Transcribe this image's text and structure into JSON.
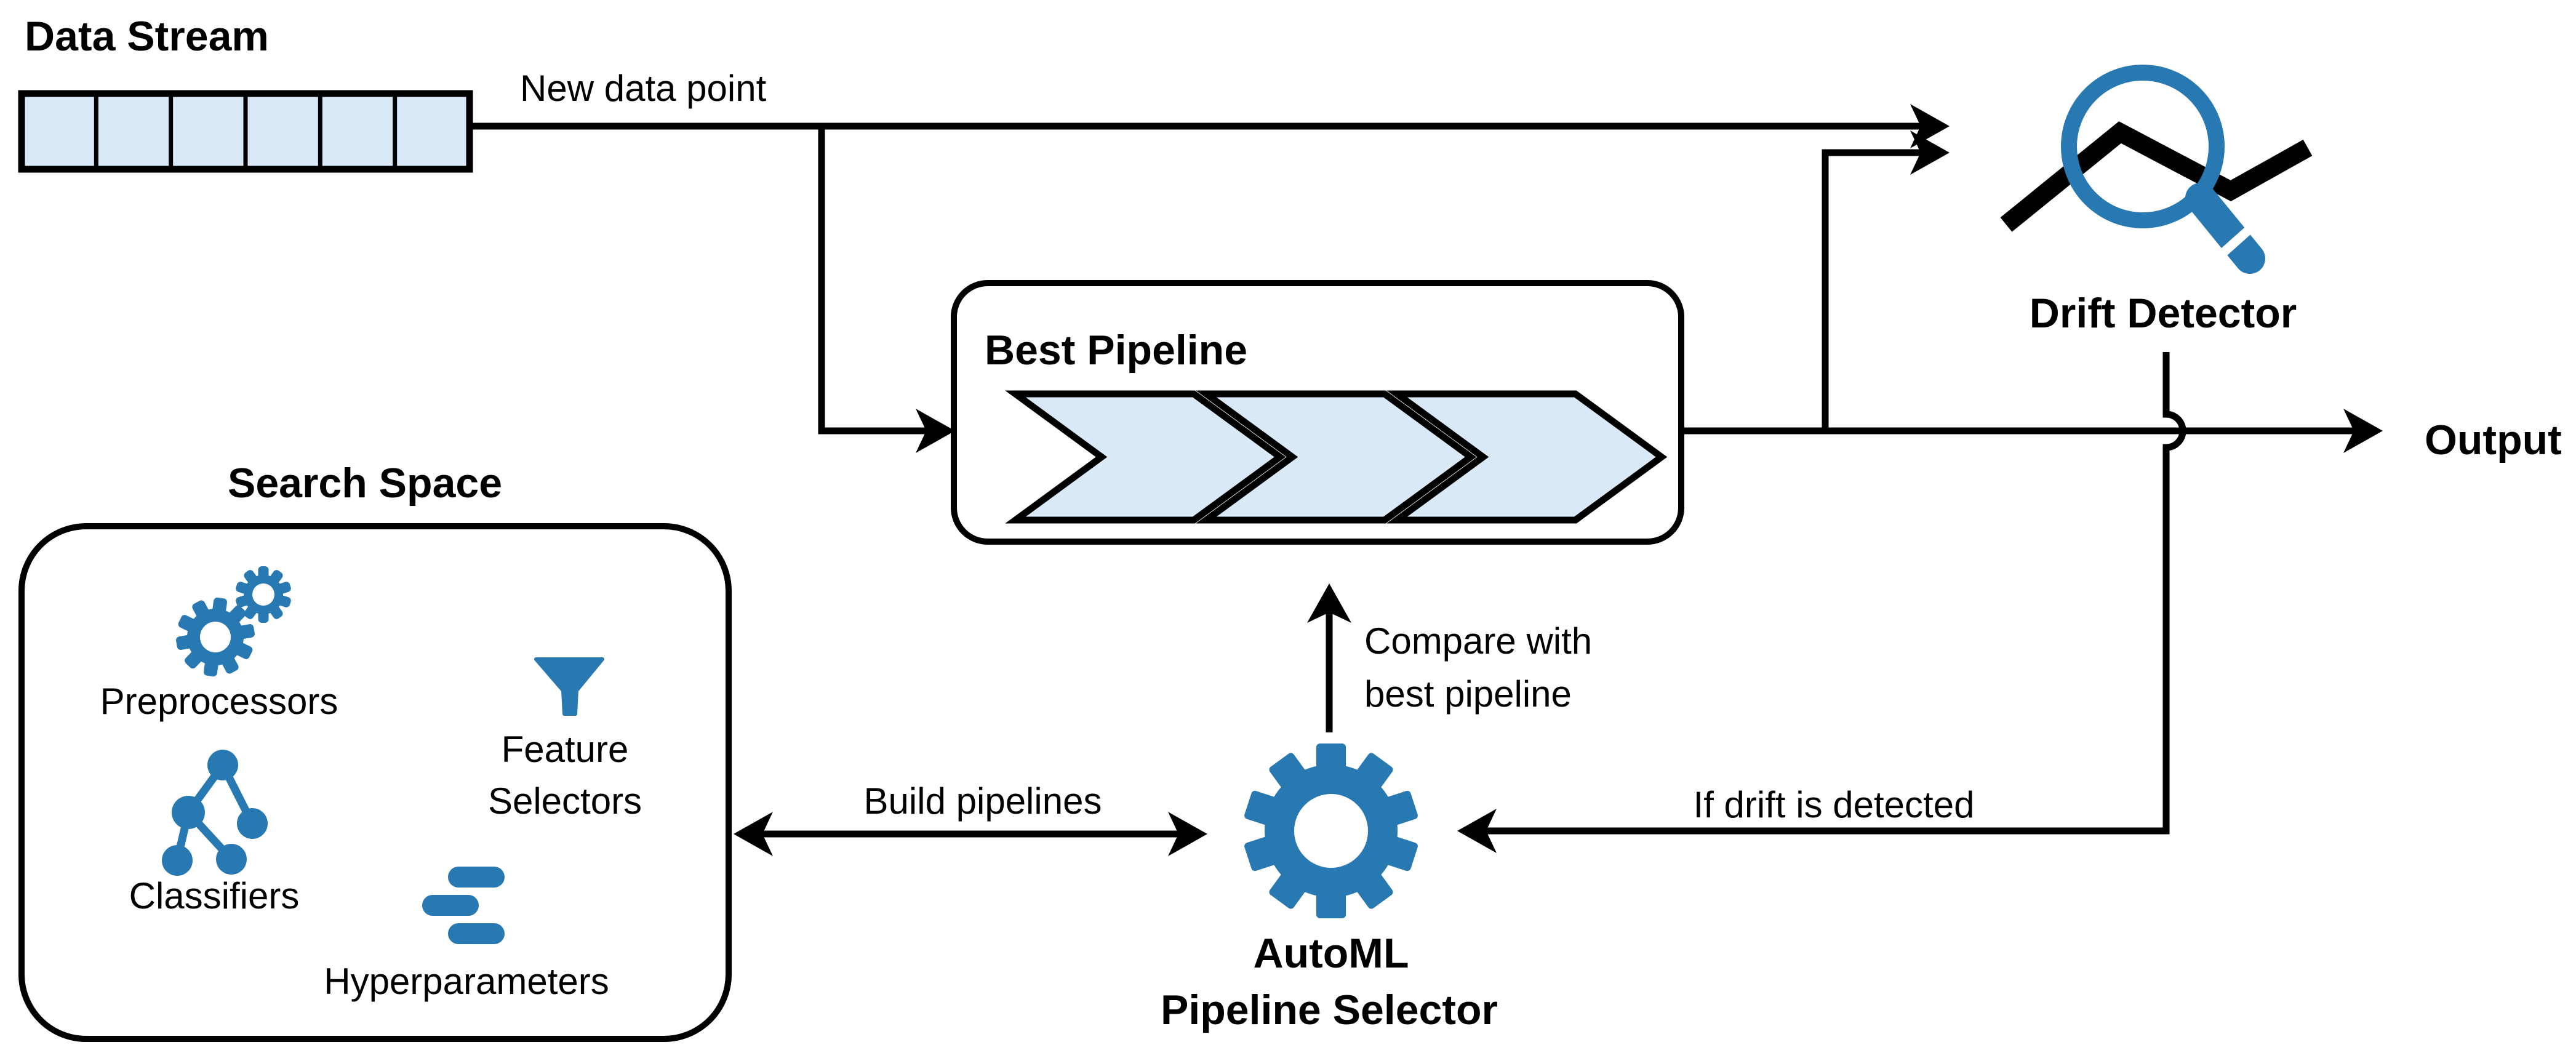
{
  "colors": {
    "accent_blue": "#2878b2",
    "light_blue": "#d9e9f7",
    "line_black": "#000000"
  },
  "data_stream": {
    "title": "Data Stream",
    "cell_count": 6
  },
  "flow_labels": {
    "new_data_point": "New data point",
    "build_pipelines": "Build pipelines",
    "compare_with_line1": "Compare with",
    "compare_with_line2": "best pipeline",
    "if_drift_detected": "If drift is detected",
    "output": "Output"
  },
  "best_pipeline": {
    "title": "Best Pipeline",
    "stage_count": 3
  },
  "search_space": {
    "title": "Search Space",
    "items": [
      {
        "id": "preprocessors",
        "label": "Preprocessors",
        "icon": "gears-icon"
      },
      {
        "id": "feature_selectors",
        "label_line1": "Feature",
        "label_line2": "Selectors",
        "icon": "funnel-icon"
      },
      {
        "id": "classifiers",
        "label": "Classifiers",
        "icon": "tree-icon"
      },
      {
        "id": "hyperparameters",
        "label": "Hyperparameters",
        "icon": "sliders-icon"
      }
    ]
  },
  "drift_detector": {
    "title": "Drift Detector",
    "icon": "magnifier-over-trend-icon"
  },
  "automl_selector": {
    "title_line1": "AutoML",
    "title_line2": "Pipeline Selector",
    "icon": "gear-icon"
  }
}
